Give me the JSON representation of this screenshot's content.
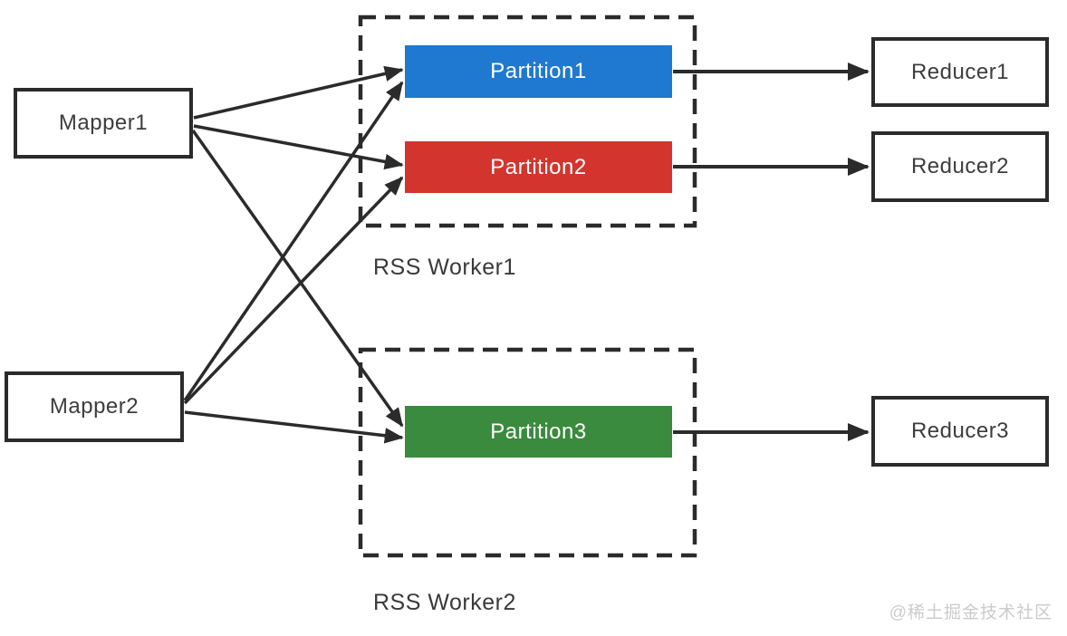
{
  "diagram": {
    "type": "shuffle-architecture-diagram",
    "nodes": {
      "mapper1": {
        "label": "Mapper1"
      },
      "mapper2": {
        "label": "Mapper2"
      },
      "partition1": {
        "label": "Partition1",
        "color": "#1f79d0"
      },
      "partition2": {
        "label": "Partition2",
        "color": "#d4342e"
      },
      "partition3": {
        "label": "Partition3",
        "color": "#3a8b3d"
      },
      "reducer1": {
        "label": "Reducer1"
      },
      "reducer2": {
        "label": "Reducer2"
      },
      "reducer3": {
        "label": "Reducer3"
      }
    },
    "groups": {
      "worker1": {
        "label": "RSS Worker1",
        "contains": [
          "partition1",
          "partition2"
        ]
      },
      "worker2": {
        "label": "RSS Worker2",
        "contains": [
          "partition3"
        ]
      }
    },
    "edges": [
      {
        "from": "mapper1",
        "to": "partition1"
      },
      {
        "from": "mapper1",
        "to": "partition2"
      },
      {
        "from": "mapper1",
        "to": "partition3"
      },
      {
        "from": "mapper2",
        "to": "partition1"
      },
      {
        "from": "mapper2",
        "to": "partition2"
      },
      {
        "from": "mapper2",
        "to": "partition3"
      },
      {
        "from": "partition1",
        "to": "reducer1"
      },
      {
        "from": "partition2",
        "to": "reducer2"
      },
      {
        "from": "partition3",
        "to": "reducer3"
      }
    ],
    "colors": {
      "edge_stroke": "#2b2b2b",
      "box_border": "#2b2b2b",
      "box_text": "#3d3d3d",
      "group_dash": "#2b2b2b",
      "watermark_text": "#cbcbcb"
    },
    "watermark": "@稀土掘金技术社区"
  }
}
